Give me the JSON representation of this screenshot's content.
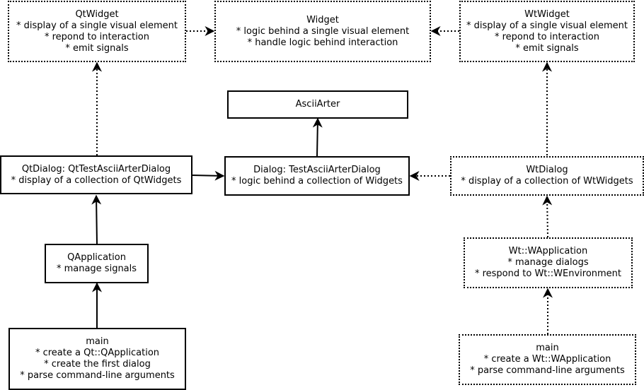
{
  "nodes": {
    "qtwidget": [
      "QtWidget",
      "* display of a single visual element",
      "* repond to interaction",
      "* emit signals"
    ],
    "widget": [
      "Widget",
      "* logic behind a single visual element",
      "* handle logic behind interaction"
    ],
    "wtwidget": [
      "WtWidget",
      "* display of a single visual element",
      "* repond to interaction",
      "* emit signals"
    ],
    "asciiarter": [
      "AsciiArter"
    ],
    "qtdialog": [
      "QtDialog: QtTestAsciiArterDialog",
      "* display of a collection of QtWidgets"
    ],
    "dialog": [
      "Dialog: TestAsciiArterDialog",
      "* logic behind a collection of Widgets"
    ],
    "wtdialog": [
      "WtDialog",
      "* display of a collection of WtWidgets"
    ],
    "qapplication": [
      "QApplication",
      "* manage signals"
    ],
    "wapplication": [
      "Wt::WApplication",
      "* manage dialogs",
      "* respond to Wt::WEnvironment"
    ],
    "qtmain": [
      "main",
      "* create a Qt::QApplication",
      "* create the first dialog",
      "* parse command-line arguments"
    ],
    "wtmain": [
      "main",
      "* create a Wt::WApplication",
      "* parse command-line arguments"
    ]
  },
  "colors": {
    "stroke": "#000000",
    "background": "#ffffff"
  }
}
